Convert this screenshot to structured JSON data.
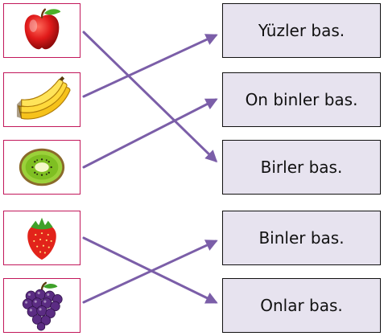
{
  "fruits": [
    {
      "name": "apple-icon"
    },
    {
      "name": "banana-icon"
    },
    {
      "name": "kiwi-icon"
    },
    {
      "name": "strawberry-icon"
    },
    {
      "name": "grapes-icon"
    }
  ],
  "labels": [
    "Yüzler bas.",
    "On binler bas.",
    "Birler bas.",
    "Binler bas.",
    "Onlar bas."
  ],
  "matches": [
    {
      "fruit": 0,
      "label": 2
    },
    {
      "fruit": 1,
      "label": 0
    },
    {
      "fruit": 2,
      "label": 1
    },
    {
      "fruit": 3,
      "label": 4
    },
    {
      "fruit": 4,
      "label": 3
    }
  ],
  "colors": {
    "line": "#7b5ea8",
    "fruit_border": "#c2185b",
    "label_bg": "#e7e3ef"
  }
}
